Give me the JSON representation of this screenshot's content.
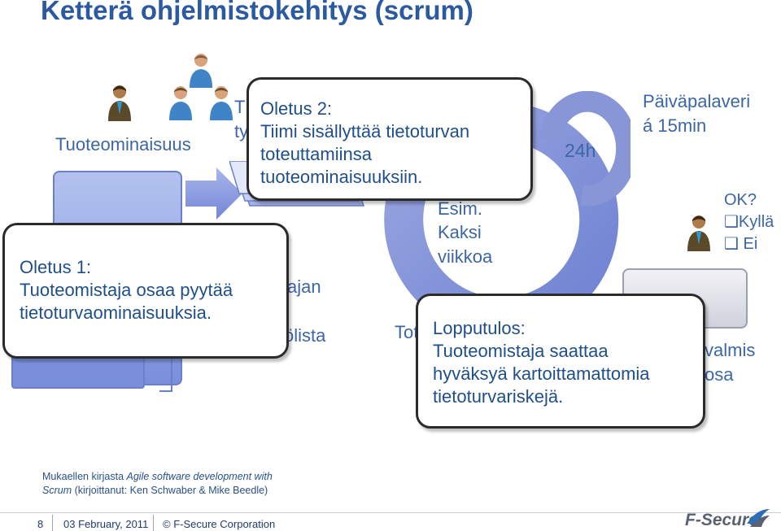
{
  "title": "Ketterä ohjelmistokehitys (scrum)",
  "labels": {
    "product_feature": "Tuoteominaisuus",
    "team_partial_1": "T",
    "team_partial_2": "ty",
    "owner_partial": "ajan",
    "list_partial": "ölista",
    "implement_partial": "Tot",
    "example_partial": "Esim.",
    "two_weeks_1": "Kaksi",
    "two_weeks_2": "viikkoa",
    "hours": "24h",
    "daily_1": "Päiväpalaveri",
    "daily_2": "á 15min",
    "ok": "OK?",
    "yes": "❑Kyllä",
    "no": "❑ Ei",
    "ready_1": "valmis",
    "ready_2": "osa"
  },
  "callouts": {
    "assumption2": [
      "Oletus 2:",
      "Tiimi sisällyttää tietoturvan",
      "toteuttamiinsa",
      "tuoteominaisuuksiin."
    ],
    "assumption1": [
      "Oletus 1:",
      "Tuoteomistaja osaa pyytää",
      "tietoturvaominaisuuksia."
    ],
    "result": [
      "Lopputulos:",
      "Tuoteomistaja saattaa",
      "hyväksyä kartoittamattomia",
      "tietoturvariskejä."
    ]
  },
  "source_note": {
    "line1_prefix": "Mukaellen kirjasta ",
    "line1_italic": "Agile software development with",
    "line2_italic": "Scrum",
    "line2_rest": " (kirjoittanut: Ken Schwaber & Mike Beedle)"
  },
  "footer": {
    "page": "8",
    "date": "03 February, 2011",
    "copyright": "© F-Secure Corporation",
    "logo": "F-Secure."
  },
  "colors": {
    "title": "#2c5aa0",
    "cycle": "#8895d6",
    "box": "#7a8fdc"
  }
}
